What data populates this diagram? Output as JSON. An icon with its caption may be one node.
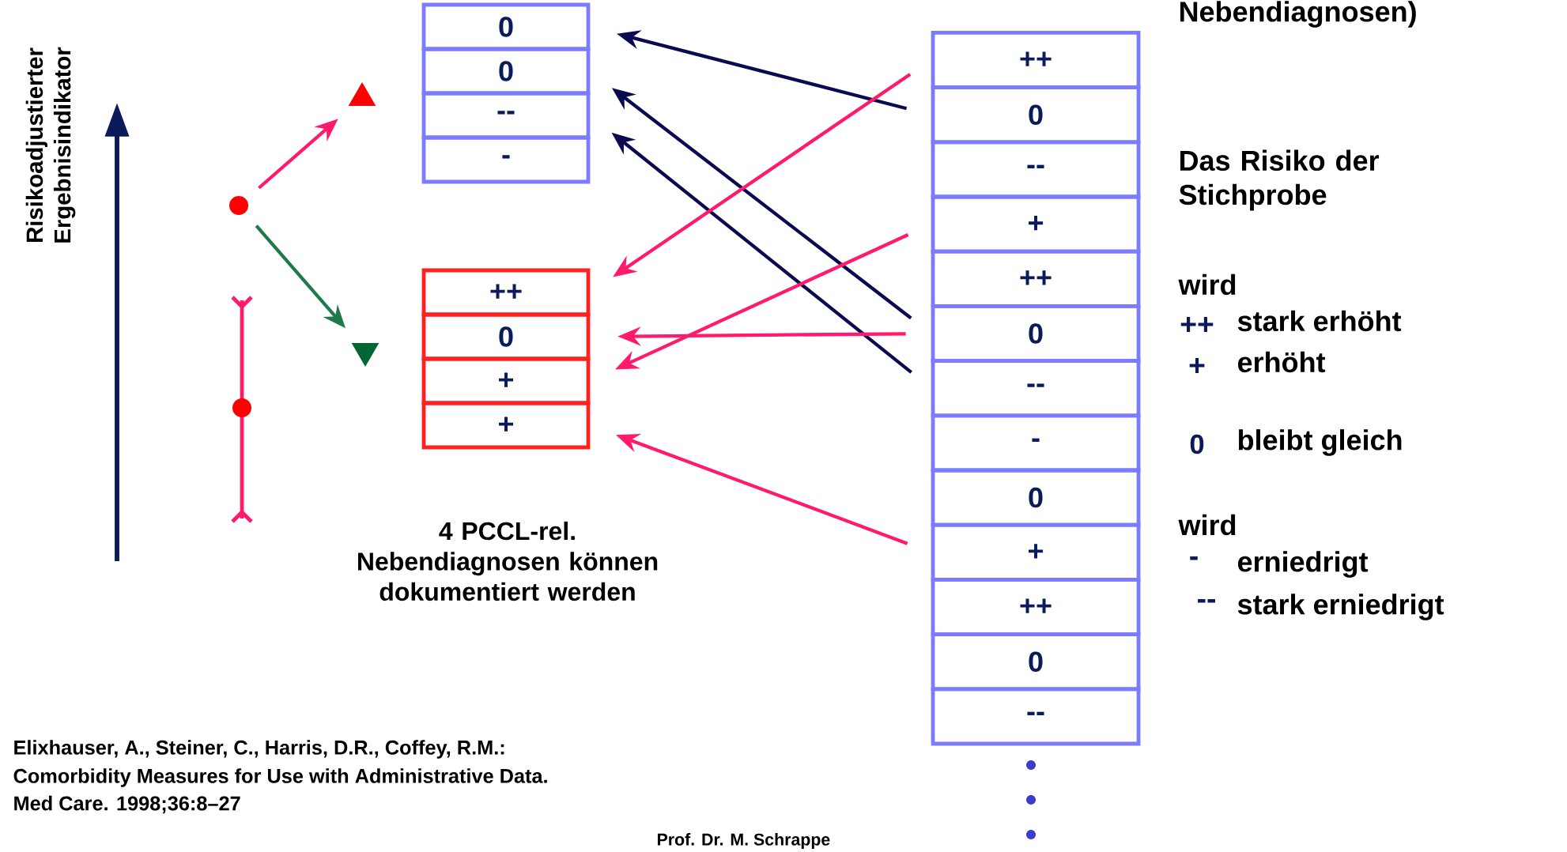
{
  "diagram": {
    "nodes": [
      {
        "text": [],
        "shape": "circle"
      },
      {
        "text": [],
        "shape": "triangle"
      },
      {
        "text": [],
        "shape": "triangle"
      },
      {
        "text": [
          "0"
        ]
      },
      {
        "text": [
          "0"
        ]
      },
      {
        "text": [
          "--"
        ]
      },
      {
        "text": [
          "-"
        ]
      },
      {
        "text": [
          "++"
        ]
      },
      {
        "text": [
          "0"
        ]
      },
      {
        "text": [
          "+"
        ]
      },
      {
        "text": [
          "+"
        ]
      },
      {
        "text": [
          "++"
        ]
      },
      {
        "text": [
          "0"
        ]
      },
      {
        "text": [
          "--"
        ]
      },
      {
        "text": [
          "+"
        ]
      },
      {
        "text": [
          "++"
        ]
      },
      {
        "text": [
          "0"
        ]
      },
      {
        "text": [
          "--"
        ]
      },
      {
        "text": [
          "-"
        ]
      },
      {
        "text": [
          "0"
        ]
      },
      {
        "text": [
          "+"
        ]
      },
      {
        "text": [
          "++"
        ]
      },
      {
        "text": [
          "0"
        ]
      },
      {
        "text": [
          "--"
        ]
      }
    ],
    "edges": [
      {
        "from": 0,
        "to": 1,
        "arrow": "to",
        "color": "#ff1a6e"
      },
      {
        "from": 0,
        "to": 2,
        "arrow": "to",
        "color": "#1e7a48"
      },
      {
        "from": 12,
        "to": 3,
        "arrow": "to",
        "color": "#0a0a50"
      },
      {
        "from": 16,
        "to": 4,
        "arrow": "to",
        "color": "#0a0a50"
      },
      {
        "from": 17,
        "to": 5,
        "arrow": "to",
        "color": "#0a0a50"
      },
      {
        "from": 11,
        "to": 7,
        "arrow": "to",
        "color": "#ff1a6e"
      },
      {
        "from": 14,
        "to": 9,
        "arrow": "to",
        "color": "#ff1a6e"
      },
      {
        "from": 16,
        "to": 8,
        "arrow": "to",
        "color": "#ff1a6e"
      },
      {
        "from": 20,
        "to": 10,
        "arrow": "to",
        "color": "#ff1a6e"
      }
    ],
    "labels": [
      "Nebendiagnosen)",
      "Risikoadjustierter Ergebnisindikator",
      "Das Risiko der Stichprobe",
      "wird",
      "++",
      "stark erhöht",
      "+",
      "erhöht",
      "0",
      "bleibt gleich",
      "wird",
      "-",
      "erniedrigt",
      "--",
      "stark erniedrigt",
      "4 PCCL-rel. Nebendiagnosen können dokumentiert werden",
      "Elixhauser, A., Steiner, C., Harris, D.R., Coffey, R.M.:",
      "Comorbidity Measures for Use with Administrative Data.",
      "Med Care. 1998;36:8–27",
      "Prof. Dr. M. Schrappe"
    ]
  }
}
